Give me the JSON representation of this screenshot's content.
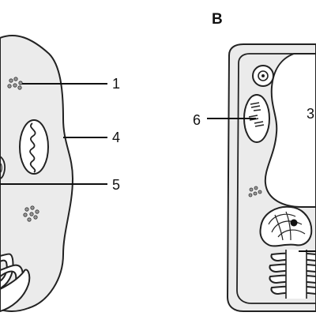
{
  "diagram": {
    "panel_b_title": "B",
    "labels": {
      "l1": "1",
      "l3": "3",
      "l4": "4",
      "l5": "5",
      "l6": "6"
    }
  },
  "colors": {
    "cell_fill": "#ebebeb",
    "organelle_fill": "#ffffff",
    "stroke": "#222222"
  }
}
